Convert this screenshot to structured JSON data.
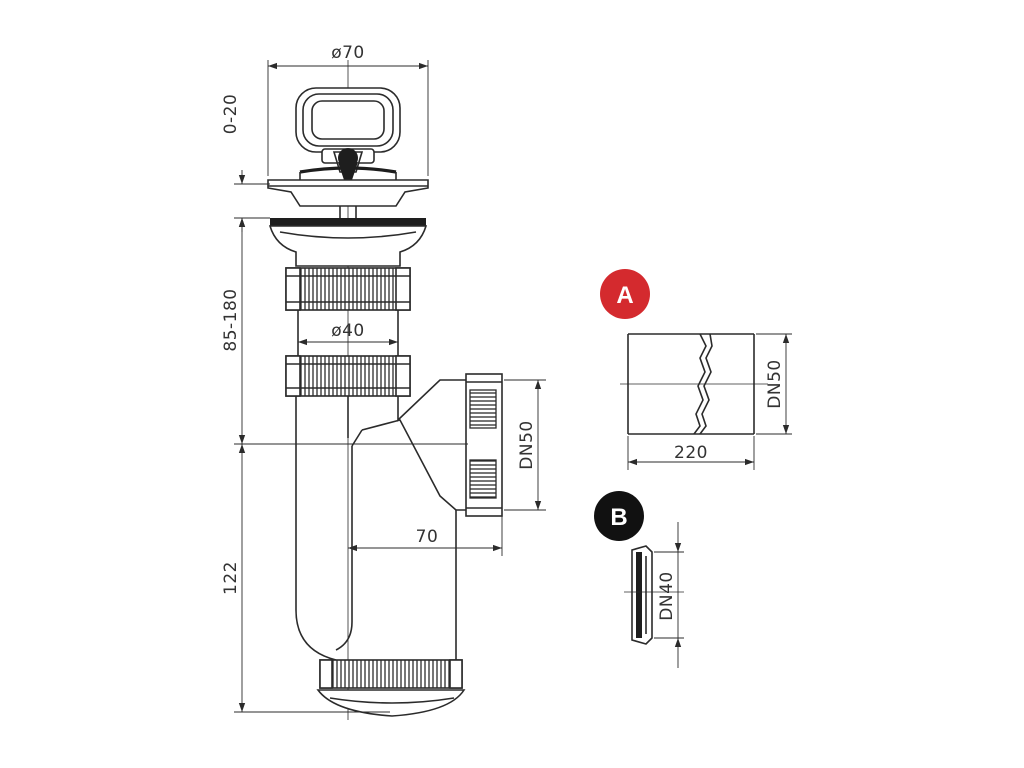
{
  "dimensions": {
    "top_diameter": "ø70",
    "height_adjust": "0-20",
    "inner_diameter": "ø40",
    "height_range": "85-180",
    "trap_height": "122",
    "outlet_offset": "70",
    "outlet_size": "DN50"
  },
  "detail_a": {
    "badge": "A",
    "badge_color": "#d42a2e",
    "size_label": "DN50",
    "length_label": "220"
  },
  "detail_b": {
    "badge": "B",
    "badge_color": "#111111",
    "size_label": "DN40"
  }
}
